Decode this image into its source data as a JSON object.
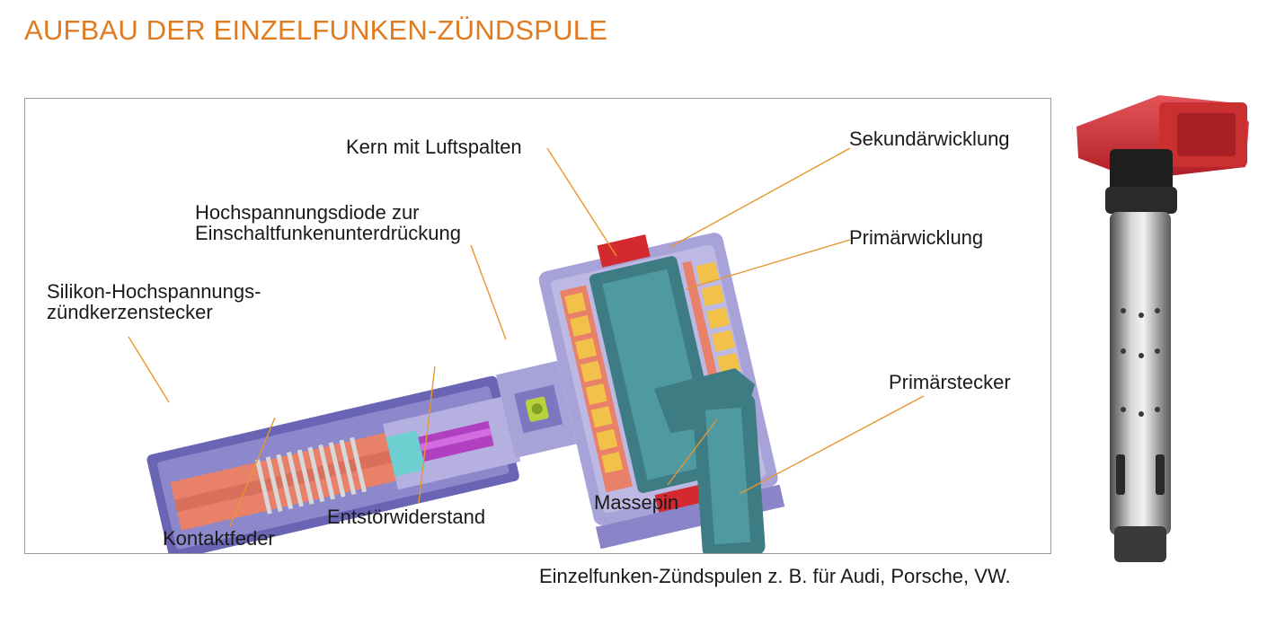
{
  "header": {
    "title": "AUFBAU DER EINZELFUNKEN-ZÜNDSPULE"
  },
  "diagram": {
    "labels": {
      "core": "Kern mit Luftspalten",
      "secondary_winding": "Sekundärwicklung",
      "diode_line1": "Hochspannungsdiode zur",
      "diode_line2": "Einschaltfunkenunterdrückung",
      "primary_winding": "Primärwicklung",
      "silicone_line1": "Silikon-Hochspannungs-",
      "silicone_line2": "zündkerzenstecker",
      "primary_connector": "Primärstecker",
      "ground_pin": "Massepin",
      "suppression_resistor": "Entstörwiderstand",
      "contact_spring": "Kontaktfeder"
    }
  },
  "caption": "Einzelfunken-Zündspulen z. B. für Audi, Porsche, VW.",
  "colors": {
    "title_orange": "#e07b1f",
    "leader_line": "#e8962e",
    "housing_lavender": "#a7a2d8",
    "housing_dark": "#6a64b4",
    "core_teal": "#3e7c84",
    "winding_salmon": "#e8806a",
    "winding_yellow": "#f1c14a",
    "rubber_red": "#d32a2f",
    "resistor_purple": "#b040c0",
    "diode_green": "#b9d23c",
    "product_red": "#d63a3e"
  }
}
